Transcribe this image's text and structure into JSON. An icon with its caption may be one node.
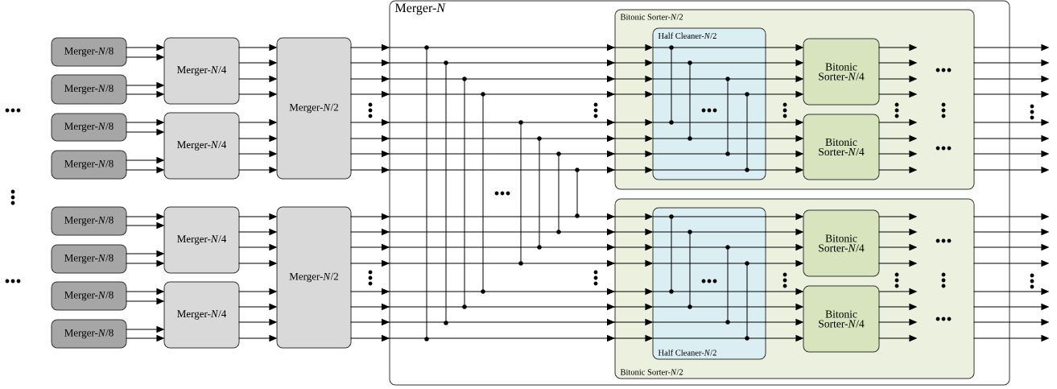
{
  "diagram": {
    "nodes": [
      {
        "text": [
          "Merger-*N*/8"
        ]
      },
      {
        "text": [
          "Merger-*N*/8"
        ]
      },
      {
        "text": [
          "Merger-*N*/8"
        ]
      },
      {
        "text": [
          "Merger-*N*/8"
        ]
      },
      {
        "text": [
          "Merger-*N*/8"
        ]
      },
      {
        "text": [
          "Merger-*N*/8"
        ]
      },
      {
        "text": [
          "Merger-*N*/8"
        ]
      },
      {
        "text": [
          "Merger-*N*/8"
        ]
      },
      {
        "text": [
          "Merger-*N*/4"
        ]
      },
      {
        "text": [
          "Merger-*N*/4"
        ]
      },
      {
        "text": [
          "Merger-*N*/4"
        ]
      },
      {
        "text": [
          "Merger-*N*/4"
        ]
      },
      {
        "text": [
          "Merger-*N*/2"
        ]
      },
      {
        "text": [
          "Merger-*N*/2"
        ]
      },
      {
        "text": [
          "Merger-*N*"
        ]
      },
      {
        "text": [
          "Bitonic Sorter-*N*/2"
        ],
        "in": 14
      },
      {
        "text": [
          "Half Cleaner-*N*/2"
        ],
        "in": 15
      },
      {
        "text": [
          "Bitonic Sorter-*N*/4"
        ],
        "in": 15
      },
      {
        "text": [
          "Bitonic Sorter-*N*/4"
        ],
        "in": 15
      },
      {
        "text": [
          "Bitonic Sorter-*N*/2"
        ],
        "in": 14
      },
      {
        "text": [
          "Half Cleaner-*N*/2"
        ],
        "in": 19
      },
      {
        "text": [
          "Bitonic Sorter-*N*/4"
        ],
        "in": 19
      },
      {
        "text": [
          "Bitonic Sorter-*N*/4"
        ],
        "in": 19
      }
    ],
    "edges": [
      {
        "from": 0,
        "to": 8,
        "arrow": "to"
      },
      {
        "from": 0,
        "to": 8,
        "arrow": "to"
      },
      {
        "from": 1,
        "to": 8,
        "arrow": "to"
      },
      {
        "from": 1,
        "to": 8,
        "arrow": "to"
      },
      {
        "from": 2,
        "to": 9,
        "arrow": "to"
      },
      {
        "from": 2,
        "to": 9,
        "arrow": "to"
      },
      {
        "from": 3,
        "to": 9,
        "arrow": "to"
      },
      {
        "from": 3,
        "to": 9,
        "arrow": "to"
      },
      {
        "from": 4,
        "to": 10,
        "arrow": "to"
      },
      {
        "from": 4,
        "to": 10,
        "arrow": "to"
      },
      {
        "from": 5,
        "to": 10,
        "arrow": "to"
      },
      {
        "from": 5,
        "to": 10,
        "arrow": "to"
      },
      {
        "from": 6,
        "to": 11,
        "arrow": "to"
      },
      {
        "from": 6,
        "to": 11,
        "arrow": "to"
      },
      {
        "from": 7,
        "to": 11,
        "arrow": "to"
      },
      {
        "from": 7,
        "to": 11,
        "arrow": "to"
      },
      {
        "from": 8,
        "to": 12,
        "arrow": "to"
      },
      {
        "from": 8,
        "to": 12,
        "arrow": "to"
      },
      {
        "from": 8,
        "to": 12,
        "arrow": "to"
      },
      {
        "from": 8,
        "to": 12,
        "arrow": "to"
      },
      {
        "from": 9,
        "to": 12,
        "arrow": "to"
      },
      {
        "from": 9,
        "to": 12,
        "arrow": "to"
      },
      {
        "from": 9,
        "to": 12,
        "arrow": "to"
      },
      {
        "from": 9,
        "to": 12,
        "arrow": "to"
      },
      {
        "from": 10,
        "to": 13,
        "arrow": "to"
      },
      {
        "from": 10,
        "to": 13,
        "arrow": "to"
      },
      {
        "from": 10,
        "to": 13,
        "arrow": "to"
      },
      {
        "from": 10,
        "to": 13,
        "arrow": "to"
      },
      {
        "from": 11,
        "to": 13,
        "arrow": "to"
      },
      {
        "from": 11,
        "to": 13,
        "arrow": "to"
      },
      {
        "from": 11,
        "to": 13,
        "arrow": "to"
      },
      {
        "from": 11,
        "to": 13,
        "arrow": "to"
      },
      {
        "from": 12,
        "to": 16,
        "arrow": "to"
      },
      {
        "from": 12,
        "to": 16,
        "arrow": "to"
      },
      {
        "from": 12,
        "to": 16,
        "arrow": "to"
      },
      {
        "from": 12,
        "to": 16,
        "arrow": "to"
      },
      {
        "from": 12,
        "to": 16,
        "arrow": "to"
      },
      {
        "from": 12,
        "to": 16,
        "arrow": "to"
      },
      {
        "from": 12,
        "to": 16,
        "arrow": "to"
      },
      {
        "from": 12,
        "to": 16,
        "arrow": "to"
      },
      {
        "from": 13,
        "to": 20,
        "arrow": "to"
      },
      {
        "from": 13,
        "to": 20,
        "arrow": "to"
      },
      {
        "from": 13,
        "to": 20,
        "arrow": "to"
      },
      {
        "from": 13,
        "to": 20,
        "arrow": "to"
      },
      {
        "from": 13,
        "to": 20,
        "arrow": "to"
      },
      {
        "from": 13,
        "to": 20,
        "arrow": "to"
      },
      {
        "from": 13,
        "to": 20,
        "arrow": "to"
      },
      {
        "from": 13,
        "to": 20,
        "arrow": "to"
      },
      {
        "from": 16,
        "to": 17,
        "arrow": "to"
      },
      {
        "from": 16,
        "to": 17,
        "arrow": "to"
      },
      {
        "from": 16,
        "to": 17,
        "arrow": "to"
      },
      {
        "from": 16,
        "to": 17,
        "arrow": "to"
      },
      {
        "from": 16,
        "to": 18,
        "arrow": "to"
      },
      {
        "from": 16,
        "to": 18,
        "arrow": "to"
      },
      {
        "from": 16,
        "to": 18,
        "arrow": "to"
      },
      {
        "from": 16,
        "to": 18,
        "arrow": "to"
      },
      {
        "from": 20,
        "to": 21,
        "arrow": "to"
      },
      {
        "from": 20,
        "to": 21,
        "arrow": "to"
      },
      {
        "from": 20,
        "to": 21,
        "arrow": "to"
      },
      {
        "from": 20,
        "to": 21,
        "arrow": "to"
      },
      {
        "from": 20,
        "to": 22,
        "arrow": "to"
      },
      {
        "from": 20,
        "to": 22,
        "arrow": "to"
      },
      {
        "from": 20,
        "to": 22,
        "arrow": "to"
      },
      {
        "from": 20,
        "to": 22,
        "arrow": "to"
      },
      {
        "from": 17,
        "to": null,
        "arrow": "to"
      },
      {
        "from": 17,
        "to": null,
        "arrow": "to"
      },
      {
        "from": 17,
        "to": null,
        "arrow": "to"
      },
      {
        "from": 17,
        "to": null,
        "arrow": "to"
      },
      {
        "from": 18,
        "to": null,
        "arrow": "to"
      },
      {
        "from": 18,
        "to": null,
        "arrow": "to"
      },
      {
        "from": 18,
        "to": null,
        "arrow": "to"
      },
      {
        "from": 18,
        "to": null,
        "arrow": "to"
      },
      {
        "from": 21,
        "to": null,
        "arrow": "to"
      },
      {
        "from": 21,
        "to": null,
        "arrow": "to"
      },
      {
        "from": 21,
        "to": null,
        "arrow": "to"
      },
      {
        "from": 21,
        "to": null,
        "arrow": "to"
      },
      {
        "from": 22,
        "to": null,
        "arrow": "to"
      },
      {
        "from": 22,
        "to": null,
        "arrow": "to"
      },
      {
        "from": 22,
        "to": null,
        "arrow": "to"
      },
      {
        "from": 22,
        "to": null,
        "arrow": "to"
      },
      {
        "from": 15,
        "to": null,
        "arrow": "to"
      },
      {
        "from": 15,
        "to": null,
        "arrow": "to"
      },
      {
        "from": 15,
        "to": null,
        "arrow": "to"
      },
      {
        "from": 15,
        "to": null,
        "arrow": "to"
      },
      {
        "from": 15,
        "to": null,
        "arrow": "to"
      },
      {
        "from": 15,
        "to": null,
        "arrow": "to"
      },
      {
        "from": 15,
        "to": null,
        "arrow": "to"
      },
      {
        "from": 15,
        "to": null,
        "arrow": "to"
      },
      {
        "from": 19,
        "to": null,
        "arrow": "to"
      },
      {
        "from": 19,
        "to": null,
        "arrow": "to"
      },
      {
        "from": 19,
        "to": null,
        "arrow": "to"
      },
      {
        "from": 19,
        "to": null,
        "arrow": "to"
      },
      {
        "from": 19,
        "to": null,
        "arrow": "to"
      },
      {
        "from": 19,
        "to": null,
        "arrow": "to"
      },
      {
        "from": 19,
        "to": null,
        "arrow": "to"
      },
      {
        "from": 19,
        "to": null,
        "arrow": "to"
      }
    ]
  }
}
